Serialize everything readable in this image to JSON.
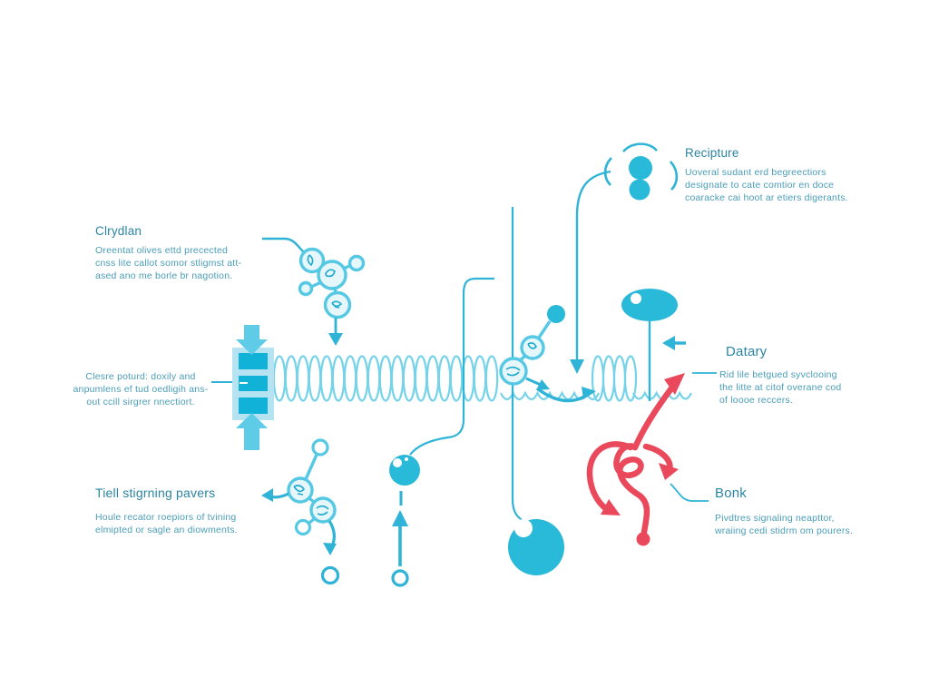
{
  "colors": {
    "accent_teal": "#29b9d9",
    "line_teal": "#2fb3d6",
    "membrane_cyan": "#74d3e8",
    "channel_light": "#b5e3f2",
    "channel_dark": "#10b2d8",
    "red_pathway": "#e9495b",
    "title_text": "#2b84a4",
    "body_text": "#4a9db7"
  },
  "labels": {
    "receptor": {
      "title": "Recipture",
      "lines": [
        "Uoveral sudant erd begreectiors",
        "designate to cate comtior en doce",
        "coaracke cai hoot ar etiers digerants."
      ]
    },
    "crydlan": {
      "title": "Clrydlan",
      "lines": [
        "Oreentat olives ettd precected",
        "cnss lite callot somor stligmst att-",
        "ased ano me borle br nagotion."
      ]
    },
    "membrane_note": {
      "lines": [
        "Clesre poturd: doxily and",
        "anpumlens ef tud oedligih ans-",
        "out ccill sirgrer nnectiort."
      ]
    },
    "signaling": {
      "title": "Tiell stigrning pavers",
      "lines": [
        "Houle recator roepiors of tvining",
        "elmipted or sagle an diowments."
      ]
    },
    "datary": {
      "title": "Datary",
      "lines": [
        "Rid lile betgued syvclooing",
        "the litte at citof overane cod",
        "of loooe reccers."
      ]
    },
    "bonk": {
      "title": "Bonk",
      "lines": [
        "Pivdtres signaling neapttor,",
        "wraiing cedi stidrm om pourers."
      ]
    }
  }
}
